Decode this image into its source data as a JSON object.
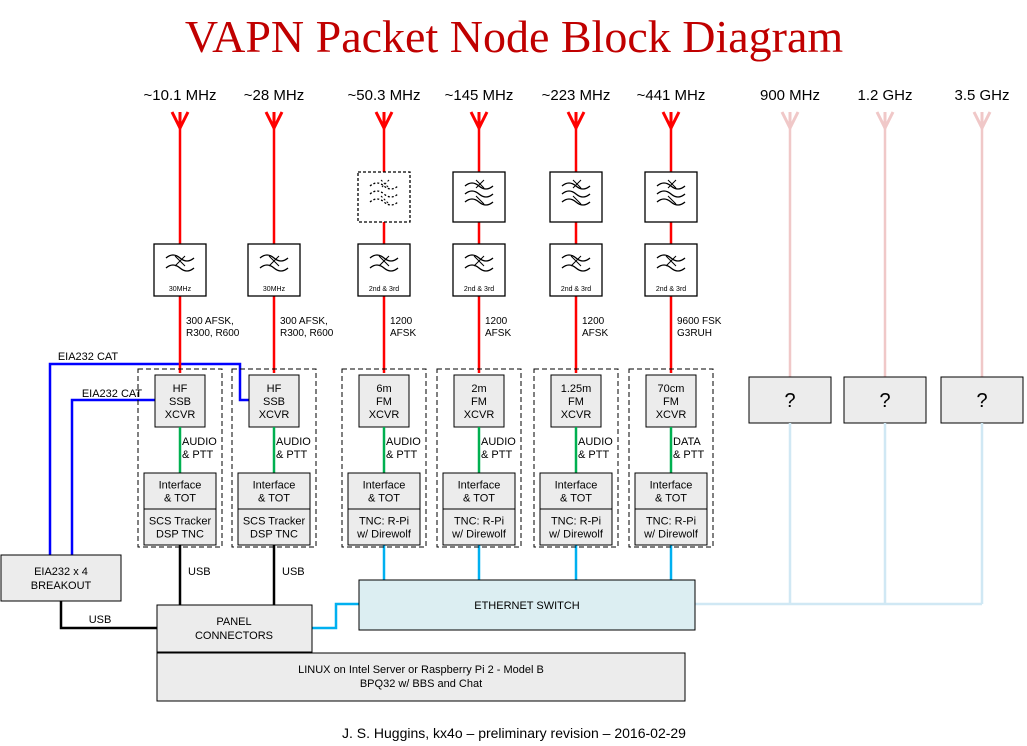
{
  "title": "VAPN Packet Node Block Diagram",
  "colors": {
    "title": "#c00000",
    "rf_line": "#ff0000",
    "rf_line_future": "#f0c8c8",
    "audio_line": "#00b050",
    "cat_line": "#0000ff",
    "ethernet_line": "#00b0f0",
    "ethernet_line_future": "#d0e8f4",
    "box_fill": "#ececec",
    "switch_fill": "#dceef2"
  },
  "channels": [
    {
      "freq": "~10.1 MHz",
      "cutoff": "30MHz",
      "mode_lines": [
        "300 AFSK,",
        "R300, R600"
      ],
      "radio_lines": [
        "HF",
        "SSB",
        "XCVR"
      ],
      "link_lines": [
        "AUDIO",
        "& PTT"
      ],
      "interface_lines": [
        "Interface",
        "& TOT"
      ],
      "tnc_lines": [
        "SCS Tracker",
        "DSP TNC"
      ],
      "extra_filter": "none",
      "host_link": "USB"
    },
    {
      "freq": "~28 MHz",
      "cutoff": "30MHz",
      "mode_lines": [
        "300 AFSK,",
        "R300, R600"
      ],
      "radio_lines": [
        "HF",
        "SSB",
        "XCVR"
      ],
      "link_lines": [
        "AUDIO",
        "& PTT"
      ],
      "interface_lines": [
        "Interface",
        "& TOT"
      ],
      "tnc_lines": [
        "SCS Tracker",
        "DSP TNC"
      ],
      "extra_filter": "none",
      "host_link": "USB"
    },
    {
      "freq": "~50.3 MHz",
      "cutoff": "2nd & 3rd",
      "mode_lines": [
        "1200",
        "AFSK"
      ],
      "radio_lines": [
        "6m",
        "FM",
        "XCVR"
      ],
      "link_lines": [
        "AUDIO",
        "& PTT"
      ],
      "interface_lines": [
        "Interface",
        "& TOT"
      ],
      "tnc_lines": [
        "TNC: R-Pi",
        "w/ Direwolf"
      ],
      "extra_filter": "optional",
      "host_link": "ethernet"
    },
    {
      "freq": "~145 MHz",
      "cutoff": "2nd & 3rd",
      "mode_lines": [
        "1200",
        "AFSK"
      ],
      "radio_lines": [
        "2m",
        "FM",
        "XCVR"
      ],
      "link_lines": [
        "AUDIO",
        "& PTT"
      ],
      "interface_lines": [
        "Interface",
        "& TOT"
      ],
      "tnc_lines": [
        "TNC: R-Pi",
        "w/ Direwolf"
      ],
      "extra_filter": "bandpass",
      "host_link": "ethernet"
    },
    {
      "freq": "~223 MHz",
      "cutoff": "2nd & 3rd",
      "mode_lines": [
        "1200",
        "AFSK"
      ],
      "radio_lines": [
        "1.25m",
        "FM",
        "XCVR"
      ],
      "link_lines": [
        "AUDIO",
        "& PTT"
      ],
      "interface_lines": [
        "Interface",
        "& TOT"
      ],
      "tnc_lines": [
        "TNC: R-Pi",
        "w/ Direwolf"
      ],
      "extra_filter": "bandpass",
      "host_link": "ethernet"
    },
    {
      "freq": "~441 MHz",
      "cutoff": "2nd & 3rd",
      "mode_lines": [
        "9600 FSK",
        "G3RUH"
      ],
      "radio_lines": [
        "70cm",
        "FM",
        "XCVR"
      ],
      "link_lines": [
        "DATA",
        "& PTT"
      ],
      "interface_lines": [
        "Interface",
        "& TOT"
      ],
      "tnc_lines": [
        "TNC: R-Pi",
        "w/ Direwolf"
      ],
      "extra_filter": "bandpass",
      "host_link": "ethernet"
    }
  ],
  "future_channels": [
    {
      "freq": "900 MHz",
      "label": "?"
    },
    {
      "freq": "1.2 GHz",
      "label": "?"
    },
    {
      "freq": "3.5 GHz",
      "label": "?"
    }
  ],
  "cat_labels": [
    "EIA232 CAT",
    "EIA232 CAT"
  ],
  "breakout_lines": [
    "EIA232 x 4",
    "BREAKOUT"
  ],
  "breakout_link": "USB",
  "panel_lines": [
    "PANEL",
    "CONNECTORS"
  ],
  "switch_label": "ETHERNET SWITCH",
  "host_lines": [
    "LINUX on Intel Server or Raspberry Pi 2 - Model B",
    "BPQ32 w/ BBS and Chat"
  ],
  "footer": "J. S. Huggins, kx4o – preliminary revision – 2016-02-29"
}
